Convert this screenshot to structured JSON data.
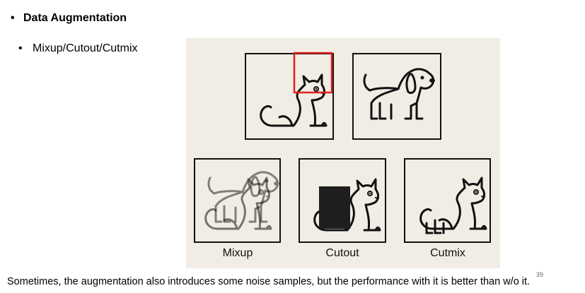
{
  "slide": {
    "main_bullet": "Data Augmentation",
    "sub_bullet": "Mixup/Cutout/Cutmix",
    "bullet_char": "•",
    "captions": {
      "mixup": "Mixup",
      "cutout": "Cutout",
      "cutmix": "Cutmix"
    },
    "footer_note": "Sometimes, the augmentation also introduces some noise samples, but the performance with it is better than w/o it.",
    "page_number": "39"
  },
  "colors": {
    "figure_background": "#f1ede5",
    "highlight_box": "#e02020",
    "cutout_patch": "#1e1e1e"
  },
  "icons": [
    "cat-icon",
    "dog-icon",
    "mixup-cat-dog-icon",
    "cutout-cat-icon",
    "cutmix-cat-dog-icon"
  ]
}
